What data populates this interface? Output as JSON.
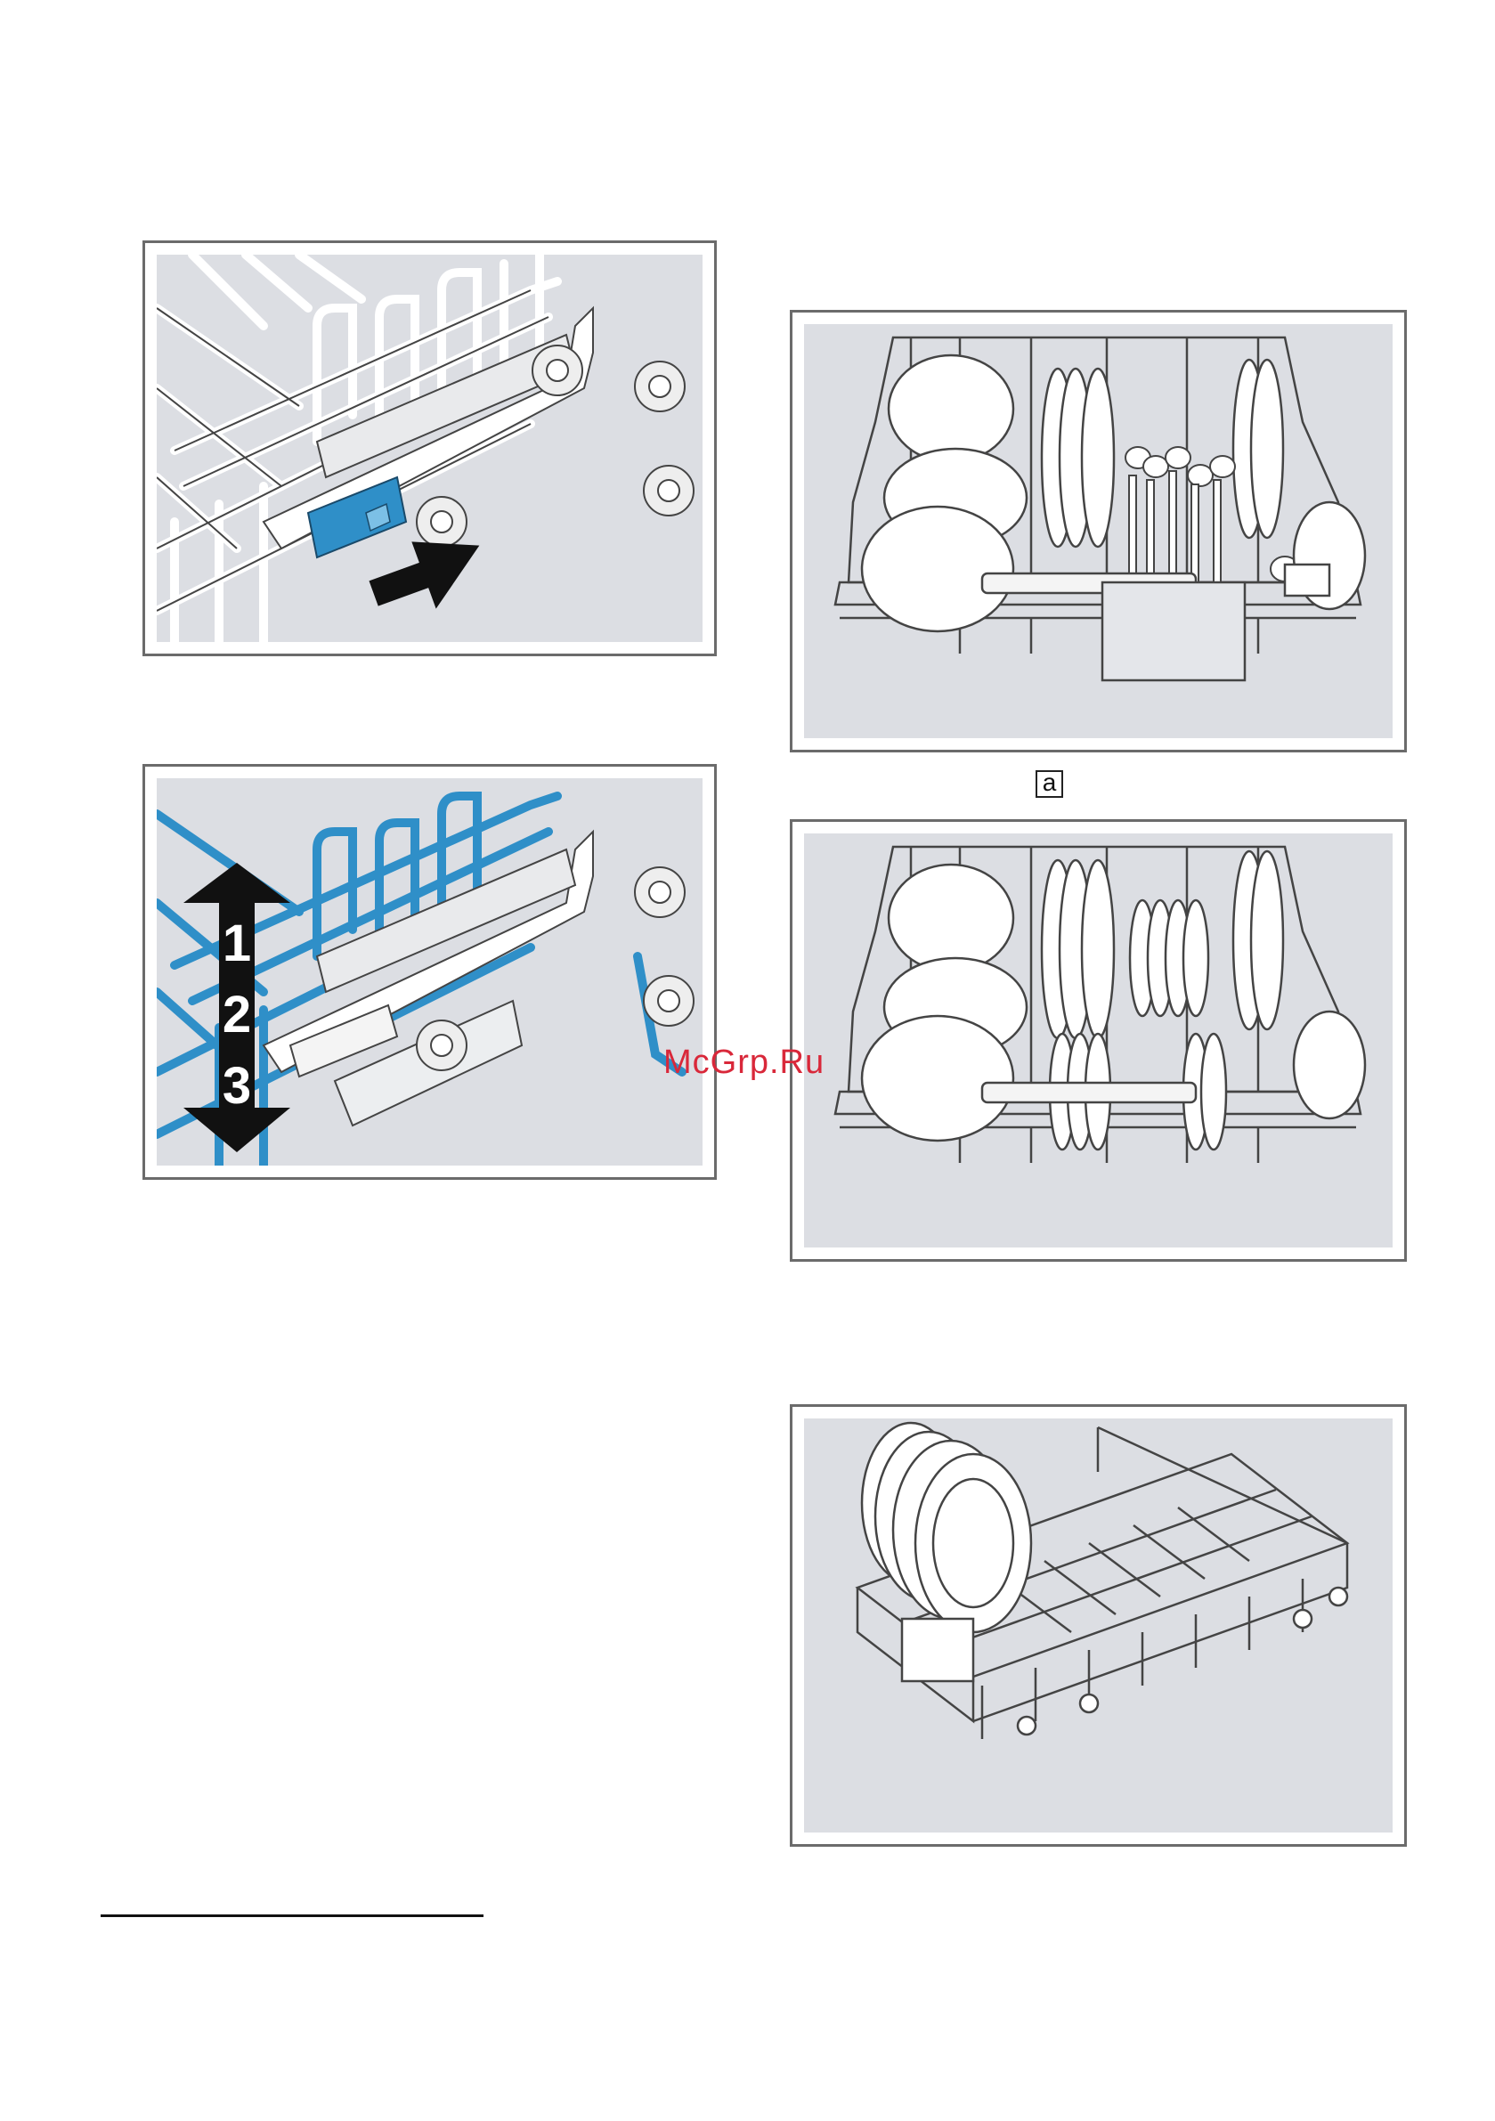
{
  "figures": {
    "rack_height_release": {
      "icon": "rack-release-lever-illustration"
    },
    "rack_height_levels": {
      "levels": [
        "1",
        "2",
        "3"
      ],
      "icon": "rack-height-arrow-illustration"
    },
    "upper_rack_loaded_cutlery": {
      "callout": "a",
      "icon": "upper-rack-loaded-illustration"
    },
    "upper_rack_loaded_plates": {
      "icon": "upper-rack-plates-illustration"
    },
    "lower_rack_plates": {
      "icon": "lower-rack-plates-illustration"
    }
  },
  "watermark": "McGrp.Ru",
  "colors": {
    "panel_bg": "#dcdee3",
    "accent_blue": "#2f8fc8",
    "border": "#6b6b6b",
    "watermark": "#d9283a"
  }
}
